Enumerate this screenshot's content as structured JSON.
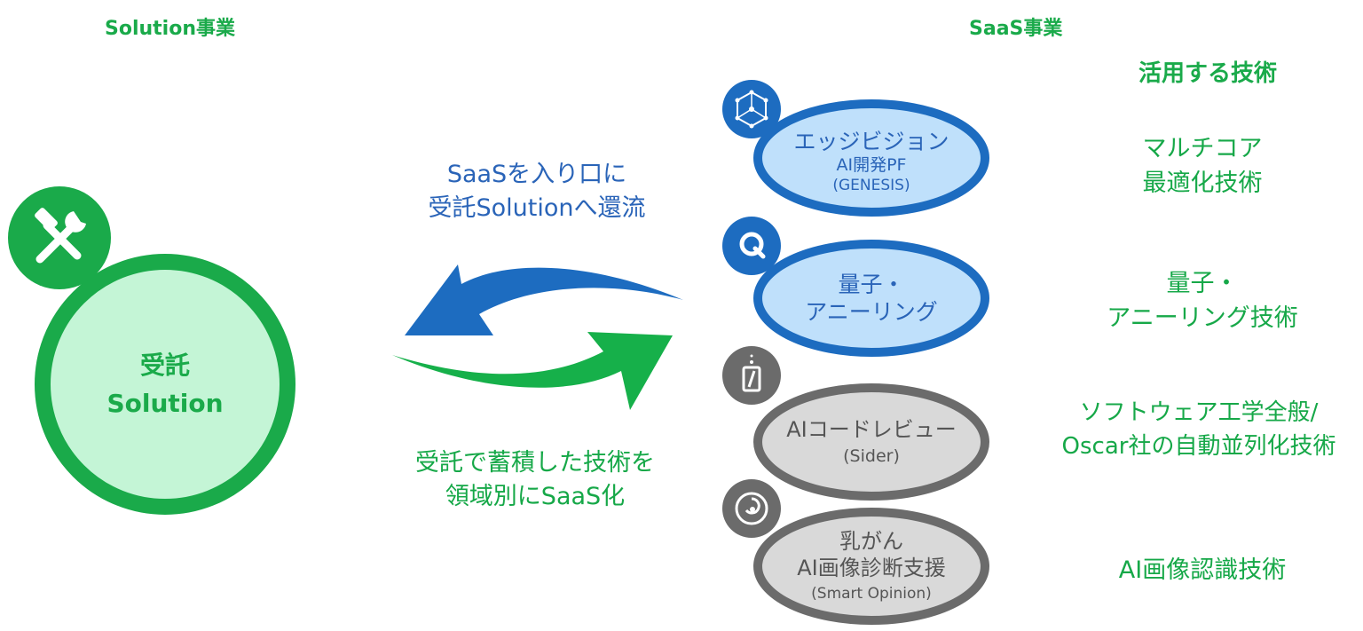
{
  "headers": {
    "solution": "Solution事業",
    "saas": "SaaS事業",
    "tech": "活用する技術"
  },
  "solution_circle": {
    "line1": "受託",
    "line2": "Solution"
  },
  "arrows": {
    "top_text_line1": "SaaSを入り口に",
    "top_text_line2": "受託Solutionへ還流",
    "bottom_text_line1": "受託で蓄積した技術を",
    "bottom_text_line2": "領域別にSaaS化"
  },
  "saas_items": [
    {
      "line1": "エッジビジョン",
      "line2": "AI開発PF",
      "line3": "(GENESIS)",
      "icon": "hexagon-network-icon"
    },
    {
      "line1": "量子・",
      "line2": "アニーリング",
      "line3": "",
      "icon": "quantum-q-icon"
    },
    {
      "line1": "AIコードレビュー",
      "line2": "(Sider)",
      "line3": "",
      "icon": "code-file-icon"
    },
    {
      "line1": "乳がん",
      "line2": "AI画像診断支援",
      "line3": "(Smart Opinion)",
      "icon": "breast-scan-icon"
    }
  ],
  "technologies": [
    {
      "line1": "マルチコア",
      "line2": "最適化技術"
    },
    {
      "line1": "量子・",
      "line2": "アニーリング技術"
    },
    {
      "line1": "ソフトウェア工学全般/",
      "line2": "Oscar社の自動並列化技術"
    },
    {
      "line1": "AI画像認識技術",
      "line2": ""
    }
  ],
  "colors": {
    "green": "#1aaa4a",
    "green_light": "#c4f5d6",
    "blue": "#1d6cc0",
    "blue_light": "#bfe0fb",
    "gray": "#6b6b6b",
    "gray_light": "#d9d9d9"
  }
}
